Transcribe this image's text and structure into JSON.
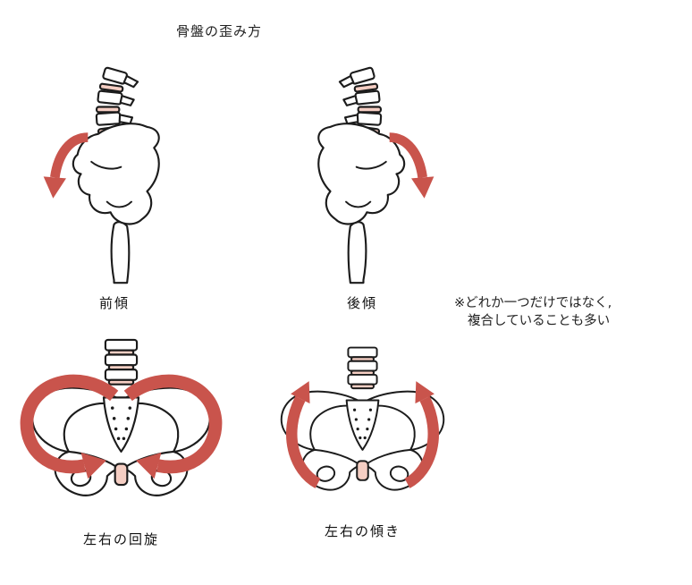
{
  "title": "骨盤の歪み方",
  "note": {
    "line1": "※どれか一つだけではなく,",
    "line2": "複合していることも多い"
  },
  "panels": {
    "anterior": {
      "label": "前傾"
    },
    "posterior": {
      "label": "後傾"
    },
    "rotation": {
      "label": "左右の回旋"
    },
    "lateral": {
      "label": "左右の傾き"
    }
  },
  "colors": {
    "arrow": "#c9544c",
    "disc": "#f5cec3",
    "line": "#1c1c1c",
    "background": "#ffffff"
  }
}
